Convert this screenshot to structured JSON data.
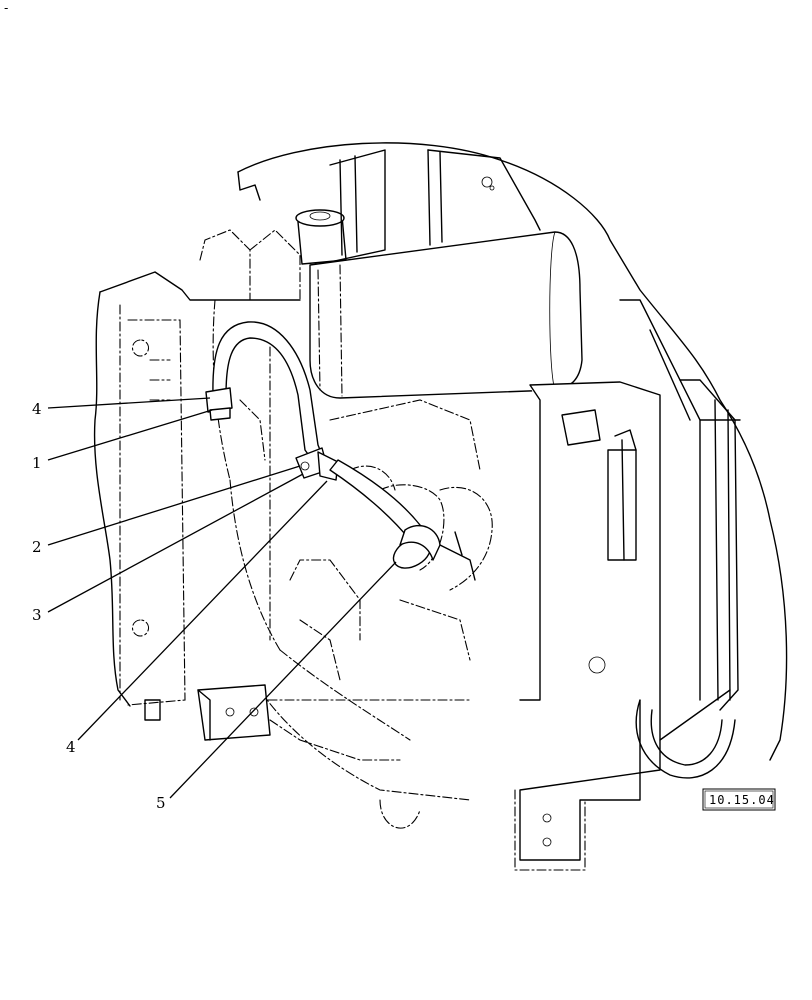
{
  "corner_mark": "-",
  "callouts": [
    {
      "id": "c4a",
      "label": "4"
    },
    {
      "id": "c1",
      "label": "1"
    },
    {
      "id": "c2",
      "label": "2"
    },
    {
      "id": "c3",
      "label": "3"
    },
    {
      "id": "c4b",
      "label": "4"
    },
    {
      "id": "c5",
      "label": "5"
    }
  ],
  "reference_code": "10.15.04"
}
